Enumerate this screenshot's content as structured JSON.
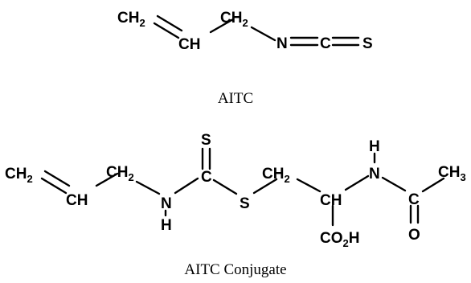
{
  "molecules": [
    {
      "caption": "AITC",
      "atoms": {
        "ch2_a": {
          "main": "CH",
          "sub": "2"
        },
        "ch": {
          "main": "CH"
        },
        "ch2_b": {
          "main": "CH",
          "sub": "2"
        },
        "n": {
          "main": "N"
        },
        "c": {
          "main": "C"
        },
        "s": {
          "main": "S"
        }
      }
    },
    {
      "caption": "AITC Conjugate",
      "atoms": {
        "ch2_a": {
          "main": "CH",
          "sub": "2"
        },
        "ch": {
          "main": "CH"
        },
        "ch2_b": {
          "main": "CH",
          "sub": "2"
        },
        "n1": {
          "main": "N"
        },
        "h1": {
          "main": "H"
        },
        "c1": {
          "main": "C"
        },
        "s_top": {
          "main": "S"
        },
        "s2": {
          "main": "S"
        },
        "ch2_c": {
          "main": "CH",
          "sub": "2"
        },
        "ch_b": {
          "main": "CH"
        },
        "co2h": {
          "main": "CO",
          "sub": "2",
          "tail": "H"
        },
        "n2": {
          "main": "N"
        },
        "h2": {
          "main": "H"
        },
        "c2": {
          "main": "C"
        },
        "o": {
          "main": "O"
        },
        "ch3": {
          "main": "CH",
          "sub": "3"
        }
      }
    }
  ]
}
